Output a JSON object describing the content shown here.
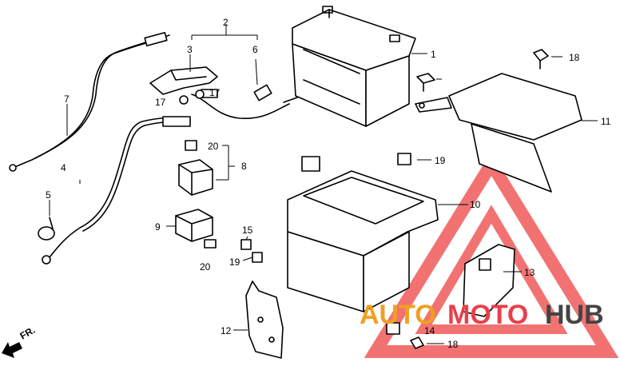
{
  "callouts": {
    "c1": "1",
    "c2": "2",
    "c3": "3",
    "c4": "4",
    "c5": "5",
    "c6": "6",
    "c7": "7",
    "c8": "8",
    "c9": "9",
    "c10": "10",
    "c11": "11",
    "c12": "12",
    "c13": "13",
    "c14": "14",
    "c15": "15",
    "c17a": "17",
    "c17b": "17",
    "c18a": "18",
    "c18b": "18",
    "c19a": "19",
    "c19b": "19",
    "c20a": "20",
    "c20b": "20"
  },
  "direction_label": "FR.",
  "watermark": {
    "part1": "AUTO",
    "part2": "MOTO",
    "part3": "HUB",
    "colors": {
      "part1": "#f0a020",
      "part2": "#e8404a",
      "part3": "#444444",
      "triangle": "#f05a5a"
    }
  }
}
